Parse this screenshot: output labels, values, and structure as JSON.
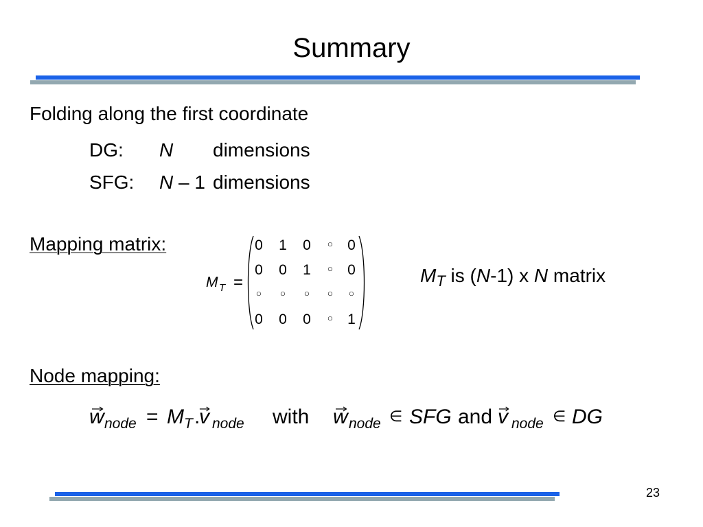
{
  "slide": {
    "title": "Summary",
    "page_number": "23",
    "colors": {
      "accent_blue": "#1a62e8",
      "accent_gray": "#93a8b0"
    }
  },
  "folding": {
    "heading": "Folding along the first coordinate",
    "dg": {
      "label": "DG:",
      "var": "N",
      "unit": "dimensions"
    },
    "sfg": {
      "label": "SFG:",
      "var": "N",
      "rest": " – 1",
      "unit": "dimensions"
    }
  },
  "mapping_matrix": {
    "heading": "Mapping matrix:",
    "lhs": {
      "symbol": "M",
      "subscript": "T",
      "equals": "="
    },
    "rows": [
      [
        "0",
        "1",
        "0",
        "◦",
        "0"
      ],
      [
        "0",
        "0",
        "1",
        "◦",
        "0"
      ],
      [
        "◦",
        "◦",
        "◦",
        "◦",
        "◦"
      ],
      [
        "0",
        "0",
        "0",
        "◦",
        "1"
      ]
    ],
    "note": {
      "symbol": "M",
      "subscript": "T",
      "part1": " is (",
      "var1": "N",
      "part2": "-1) x ",
      "var2": "N",
      "part3": " matrix"
    }
  },
  "node_mapping": {
    "heading": "Node mapping:",
    "formula": {
      "lhs_vector": "w",
      "lhs_sub": "node",
      "equals": "=",
      "matrix": "M",
      "matrix_sub": "T",
      "dot": ".",
      "rhs_vector": "v",
      "rhs_sub": "node",
      "with": "with",
      "w_vector": "w",
      "w_sub": "node",
      "in_1": "∈",
      "set_1": "SFG",
      "and": "and",
      "v_vector": "v",
      "v_sub": "node",
      "in_2": "∈",
      "set_2": "DG"
    }
  }
}
